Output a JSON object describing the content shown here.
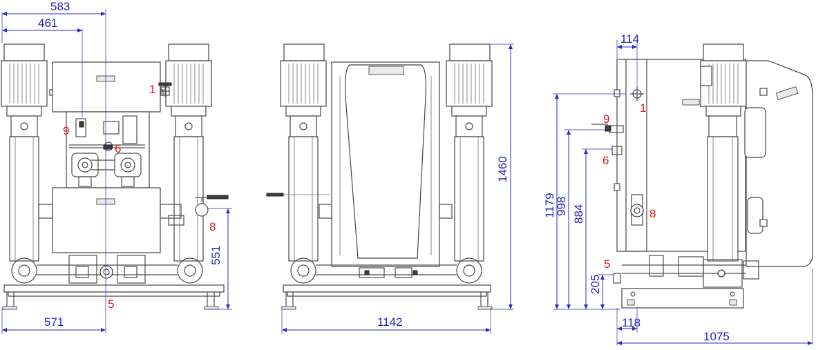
{
  "front_view": {
    "dimensions": {
      "width_top_outer": "583",
      "width_top_inner": "461",
      "height_outlet": "551",
      "width_bottom": "571"
    },
    "callouts": {
      "c1": "1",
      "c9": "9",
      "c6": "6",
      "c8": "8",
      "c5": "5"
    }
  },
  "rear_view": {
    "dimensions": {
      "width": "1142",
      "height_total": "1460"
    }
  },
  "side_view": {
    "dimensions": {
      "top_offset": "114",
      "h1179": "1179",
      "h998": "998",
      "h884": "884",
      "h205": "205",
      "bottom_offset": "118",
      "depth": "1075"
    },
    "callouts": {
      "c9": "9",
      "c1": "1",
      "c6": "6",
      "c8": "8",
      "c5": "5"
    }
  },
  "colors": {
    "dimension": "#2929c8",
    "callout": "#e01818",
    "linework": "#4a4a4a"
  }
}
